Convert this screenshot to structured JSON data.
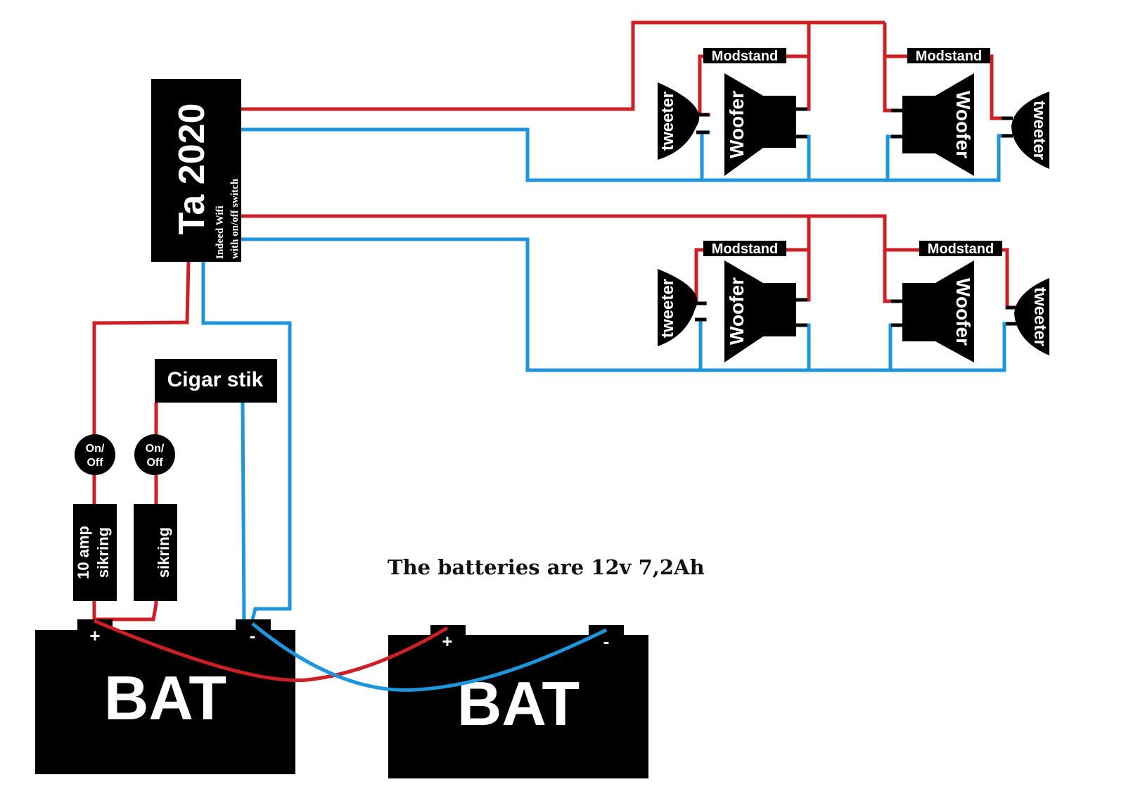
{
  "amplifier": {
    "name": "Ta 2020",
    "note_line1": "Indeed Wifi",
    "note_line2": "with on/off switch"
  },
  "speakers": {
    "tweeter_label": "tweeter",
    "woofer_label": "Woofer",
    "resistor_label": "Modstand"
  },
  "cigar": {
    "label": "Cigar stik"
  },
  "switches": {
    "label_line1": "On/",
    "label_line2": "Off"
  },
  "fuses": {
    "main_line1": "10 amp",
    "main_line2": "sikring",
    "aux_label": "sikring"
  },
  "batteries": {
    "label": "BAT",
    "plus": "+",
    "minus": "-",
    "note": "The batteries are 12v 7,2Ah"
  },
  "colors": {
    "positive_wire": "#cc1f26",
    "negative_wire": "#1d96dd",
    "component": "#000000"
  }
}
